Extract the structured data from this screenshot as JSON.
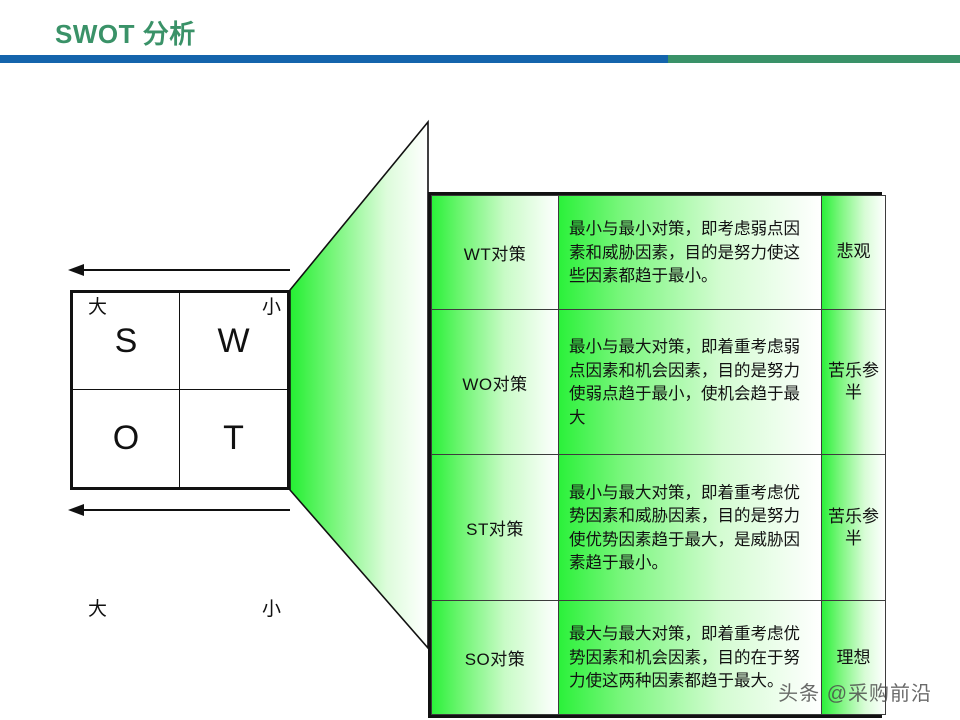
{
  "header": {
    "title": "SWOT 分析",
    "rule_blue": "#1464ac",
    "rule_green": "#3a9268",
    "title_color": "#3a9268"
  },
  "matrix": {
    "name": "swot-matrix",
    "cells": [
      {
        "key": "s",
        "label": "S"
      },
      {
        "key": "w",
        "label": "W"
      },
      {
        "key": "o",
        "label": "O"
      },
      {
        "key": "t",
        "label": "T"
      }
    ],
    "axes": {
      "top_left": "大",
      "top_right": "小",
      "bottom_left": "大",
      "bottom_right": "小"
    }
  },
  "connector": {
    "fill_start": "#24ef32",
    "fill_end": "#ffffff"
  },
  "table": {
    "columns": [
      "strategy",
      "description",
      "mood"
    ],
    "rows": [
      {
        "strategy": "WT对策",
        "description": "最小与最小对策，即考虑弱点因素和威胁因素，目的是努力使这些因素都趋于最小。",
        "mood": "悲观"
      },
      {
        "strategy": "WO对策",
        "description": "最小与最大对策，即着重考虑弱点因素和机会因素，目的是努力使弱点趋于最小，使机会趋于最大",
        "mood": "苦乐参半"
      },
      {
        "strategy": "ST对策",
        "description": "最小与最大对策，即着重考虑优势因素和威胁因素，目的是努力使优势因素趋于最大，是威胁因素趋于最小。",
        "mood": "苦乐参半"
      },
      {
        "strategy": "SO对策",
        "description": "最大与最大对策，即着重考虑优势因素和机会因素，目的在于努力使这两种因素都趋于最大。",
        "mood": "理想"
      }
    ]
  },
  "watermark": {
    "text": "头条 @采购前沿"
  }
}
